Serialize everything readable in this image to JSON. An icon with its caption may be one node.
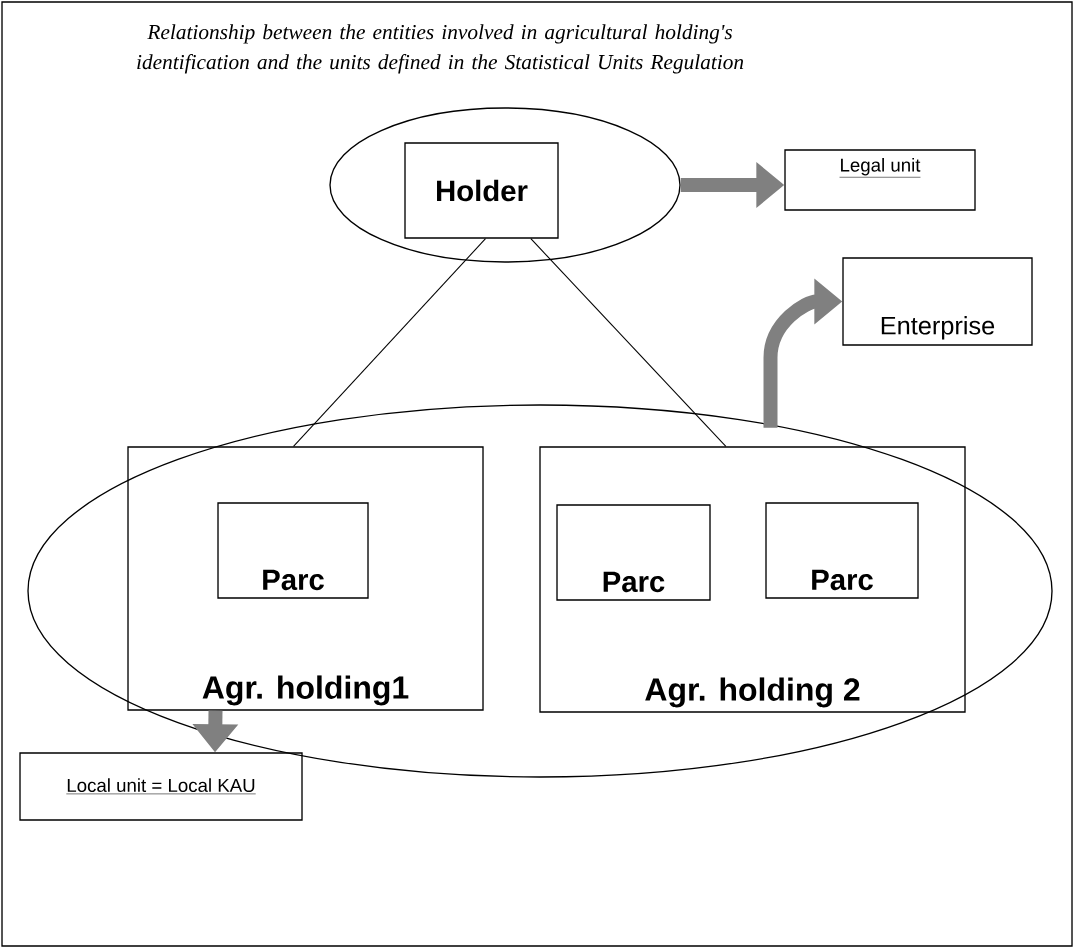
{
  "diagram": {
    "title": "Relationship between the entities involved in agricultural holding's identification and the units defined in the Statistical Units Regulation",
    "nodes": [
      {
        "text": [],
        "shape": "ellipse"
      },
      {
        "text": [
          "Holder"
        ],
        "in": 0
      },
      {
        "text": [
          "Legal unit"
        ]
      },
      {
        "text": [
          "Enterprise"
        ]
      },
      {
        "text": [],
        "shape": "ellipse"
      },
      {
        "text": [
          "Agr. holding1"
        ],
        "in": 4
      },
      {
        "text": [
          "Parc"
        ],
        "in": 5
      },
      {
        "text": [
          "Agr. holding 2"
        ],
        "in": 4
      },
      {
        "text": [
          "Parc"
        ],
        "in": 7
      },
      {
        "text": [
          "Parc"
        ],
        "in": 7
      },
      {
        "text": [
          "Local unit = Local KAU"
        ]
      }
    ],
    "edges": [
      {
        "from": 1,
        "to": 5,
        "arrow": "none",
        "color": "#000000"
      },
      {
        "from": 1,
        "to": 7,
        "arrow": "none",
        "color": "#000000"
      },
      {
        "from": 0,
        "to": 2,
        "arrow": "to",
        "color": "#808080"
      },
      {
        "from": 7,
        "to": 3,
        "arrow": "to",
        "color": "#808080"
      },
      {
        "from": 5,
        "to": 10,
        "arrow": "to",
        "color": "#808080"
      }
    ]
  }
}
